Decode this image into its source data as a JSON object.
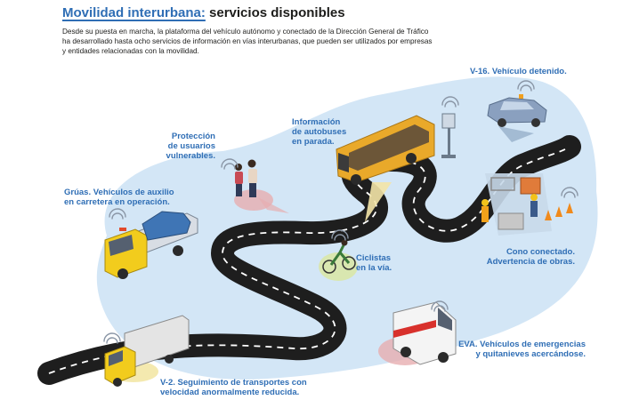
{
  "header": {
    "title_accent": "Movilidad interurbana:",
    "title_rest": " servicios disponibles",
    "subtitle": "Desde su puesta en marcha, la plataforma del vehículo autónomo y conectado de la Dirección General de Tráfico ha desarrollado hasta ocho servicios de información en vías interurbanas, que pueden ser utilizados por empresas y entidades relacionadas con la movilidad."
  },
  "labels": {
    "v16": "V-16. Vehículo detenido.",
    "bus": "Información\nde autobuses\nen parada.",
    "vulnerable": "Protección\nde usuarios\nvulnerables.",
    "gruas": "Grúas. Vehículos de auxilio\nen carretera en operación.",
    "obras": "Cono conectado.\nAdvertencia de obras.",
    "ciclistas": "Ciclistas\nen la vía.",
    "eva": "EVA. Vehículos de emergencias\ny quitanieves acercándose.",
    "v2": "V-2. Seguimiento de transportes con\nvelocidad anormalmente reducida."
  },
  "colors": {
    "title_accent": "#2f6eb5",
    "label": "#2f6eb5",
    "blob": "#d3e6f6",
    "road": "#1e1e1e",
    "road_marking": "#ffffff",
    "bus": "#e9a92a",
    "truck_cab": "#f2cc1d",
    "tow_truck": "#f2cc1d",
    "car_blue": "#3f75b5",
    "ambulance_stripe": "#d8312c",
    "cone": "#f08a1c"
  },
  "icons": [
    "wifi-signal-icon",
    "bus-stop-sign-icon",
    "traffic-cone-icon"
  ]
}
